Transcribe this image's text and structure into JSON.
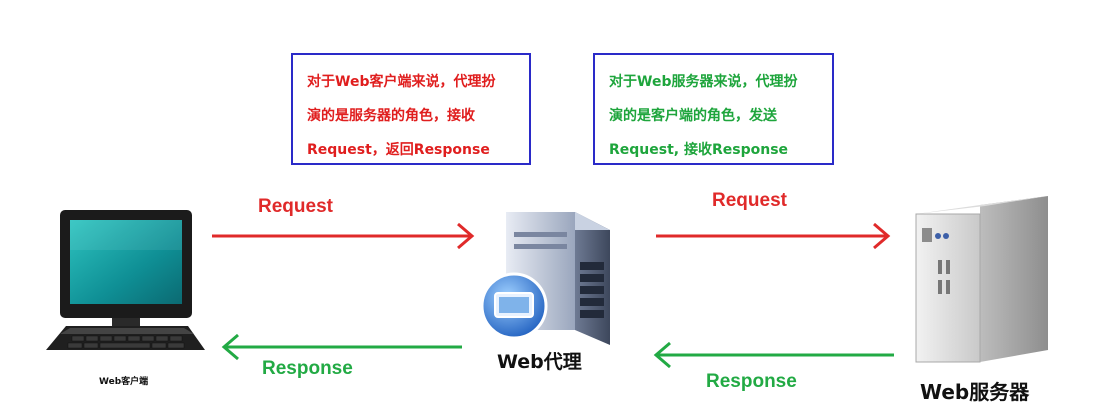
{
  "notes": {
    "client_perspective": {
      "line1": "对于Web客户端来说，代理扮",
      "line2": "演的是服务器的角色，接收",
      "line3": "Request，返回Response"
    },
    "server_perspective": {
      "line1": "对于Web服务器来说，代理扮",
      "line2": "演的是客户端的角色，发送",
      "line3": "Request, 接收Response"
    }
  },
  "arrows": {
    "client_to_proxy": "Request",
    "proxy_to_server": "Request",
    "proxy_to_client": "Response",
    "server_to_proxy": "Response"
  },
  "nodes": {
    "client": "Web客户端",
    "proxy": "Web代理",
    "server": "Web服务器"
  },
  "colors": {
    "request": "#e02a2a",
    "response": "#22aa44",
    "box_border": "#2a2ac8"
  }
}
